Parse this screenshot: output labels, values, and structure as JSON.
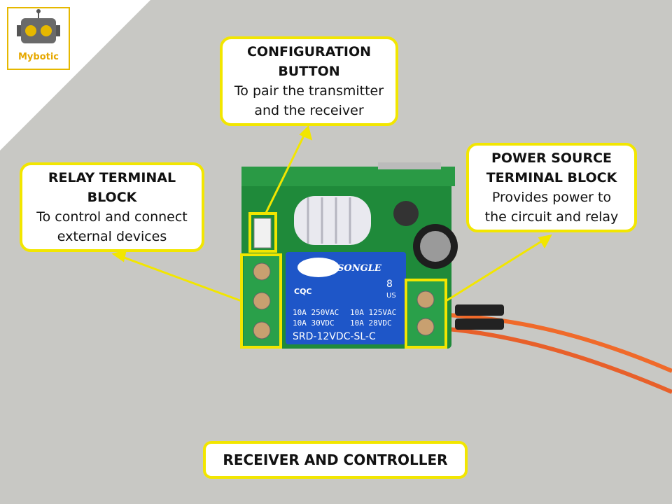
{
  "logo": {
    "text": "Mybotic"
  },
  "callouts": {
    "configuration": {
      "title_line1": "CONFIGURATION",
      "title_line2": "BUTTON",
      "desc_line1": "To pair the transmitter",
      "desc_line2": "and the receiver"
    },
    "relay": {
      "title_line1": "RELAY TERMINAL",
      "title_line2": "BLOCK",
      "desc_line1": "To control and connect",
      "desc_line2": "external devices"
    },
    "power": {
      "title_line1": "POWER SOURCE",
      "title_line2": "TERMINAL BLOCK",
      "desc_line1": "Provides power to",
      "desc_line2": "the circuit and relay"
    }
  },
  "caption": "RECEIVER AND CONTROLLER",
  "relay_component": {
    "brand": "SONGLE",
    "rating_line1_left": "10A 250VAC",
    "rating_line1_right": "10A 125VAC",
    "rating_line2_left": "10A 30VDC",
    "rating_line2_right": "10A 28VDC",
    "model": "SRD-12VDC-SL-C",
    "cert_left": "CQC",
    "cert_right": "US",
    "number": "8"
  },
  "colors": {
    "highlight": "#f2e600",
    "board": "#1f8a3a",
    "relay": "#1e56c8",
    "terminal": "#2aa04a",
    "wire": "#f06a2a"
  }
}
